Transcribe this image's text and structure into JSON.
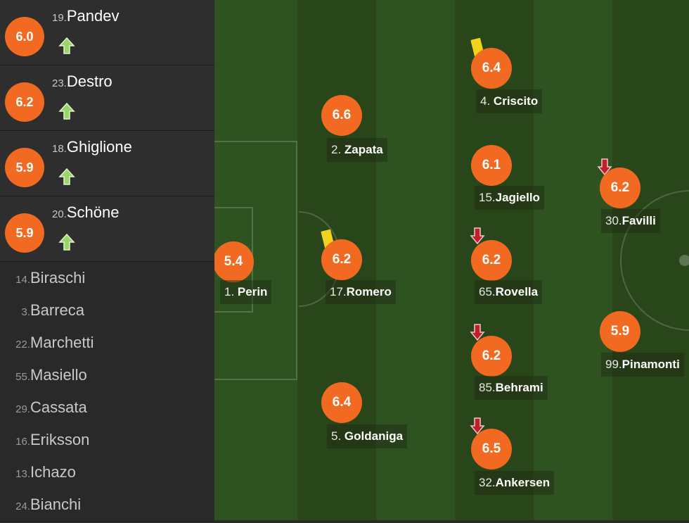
{
  "substitutes_used": [
    {
      "number": "19.",
      "name": "Pandev",
      "rating": "6.0",
      "icon": "sub-in-arrow-icon"
    },
    {
      "number": "23.",
      "name": "Destro",
      "rating": "6.2",
      "icon": "sub-in-arrow-icon"
    },
    {
      "number": "18.",
      "name": "Ghiglione",
      "rating": "5.9",
      "icon": "sub-in-arrow-icon"
    },
    {
      "number": "20.",
      "name": "Schöne",
      "rating": "5.9",
      "icon": "sub-in-arrow-icon"
    }
  ],
  "bench": [
    {
      "number": "14.",
      "name": "Biraschi"
    },
    {
      "number": "3.",
      "name": "Barreca"
    },
    {
      "number": "22.",
      "name": "Marchetti"
    },
    {
      "number": "55.",
      "name": "Masiello"
    },
    {
      "number": "29.",
      "name": "Cassata"
    },
    {
      "number": "16.",
      "name": "Eriksson"
    },
    {
      "number": "13.",
      "name": "Ichazo"
    },
    {
      "number": "24.",
      "name": "Bianchi"
    }
  ],
  "players": [
    {
      "number": "1.",
      "name": "Perin",
      "rating": "5.4"
    },
    {
      "number": "2.",
      "name": "Zapata",
      "rating": "6.6"
    },
    {
      "number": "17.",
      "name": "Romero",
      "rating": "6.2",
      "yellow_card": true
    },
    {
      "number": "5.",
      "name": "Goldaniga",
      "rating": "6.4"
    },
    {
      "number": "4.",
      "name": "Criscito",
      "rating": "6.4",
      "yellow_card": true
    },
    {
      "number": "15.",
      "name": "Jagiello",
      "rating": "6.1"
    },
    {
      "number": "65.",
      "name": "Rovella",
      "rating": "6.2",
      "subbed_off": true
    },
    {
      "number": "85.",
      "name": "Behrami",
      "rating": "6.2",
      "subbed_off": true
    },
    {
      "number": "32.",
      "name": "Ankersen",
      "rating": "6.5",
      "subbed_off": true
    },
    {
      "number": "30.",
      "name": "Favilli",
      "rating": "6.2",
      "subbed_off": true
    },
    {
      "number": "99.",
      "name": "Pinamonti",
      "rating": "5.9"
    }
  ],
  "colors": {
    "rating_badge": "#f26a21",
    "pitch": "#2d4d1c",
    "yellow_card": "#f1d31b",
    "sub_in_arrow": "#9bd46a",
    "sub_out_arrow": "#c0202c"
  }
}
